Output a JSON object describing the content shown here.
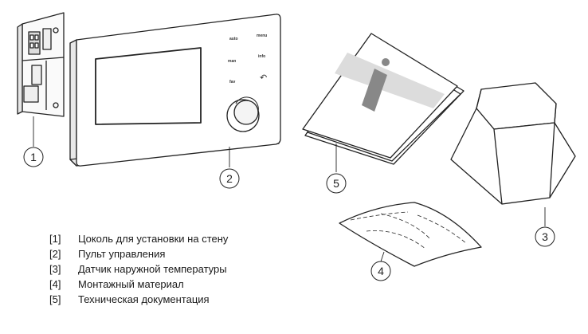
{
  "device_buttons": {
    "auto": "auto",
    "menu": "menu",
    "man": "man",
    "info": "info",
    "fav": "fav",
    "back": "↶"
  },
  "callouts": [
    "1",
    "2",
    "3",
    "4",
    "5"
  ],
  "legend": [
    {
      "num": "[1]",
      "text": "Цоколь для установки на стену"
    },
    {
      "num": "[2]",
      "text": "Пульт управления"
    },
    {
      "num": "[3]",
      "text": "Датчик наружной температуры"
    },
    {
      "num": "[4]",
      "text": "Монтажный материал"
    },
    {
      "num": "[5]",
      "text": "Техническая документация"
    }
  ]
}
